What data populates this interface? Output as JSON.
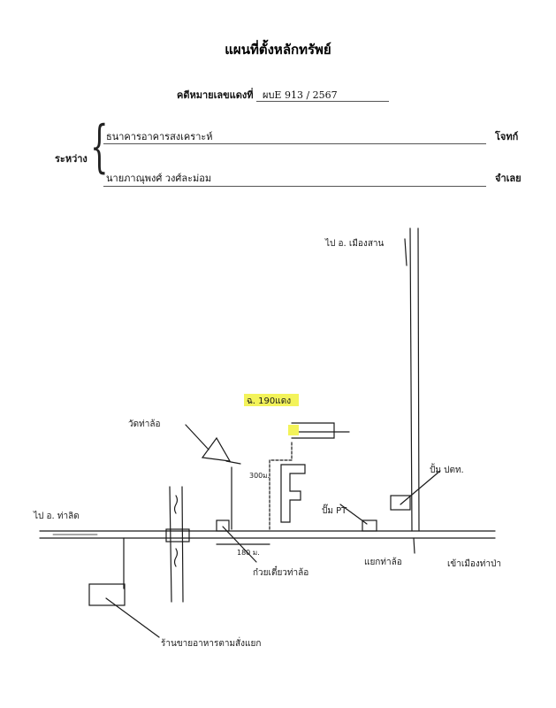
{
  "header": {
    "title": "แผนที่ตั้งหลักทรัพย์",
    "case_label": "คดีหมายเลขแดงที่",
    "case_number": "ผบE 913 / 2567",
    "between_label": "ระหว่าง",
    "plaintiff_name": "ธนาคารอาคารสงเคราะห์",
    "plaintiff_role": "โจทก์",
    "defendant_name": "นายภาณุพงศ์  วงศ์ละม่อม",
    "defendant_role": "จำเลย"
  },
  "map": {
    "label_north_road": "ไป อ. เมืองสาน",
    "label_west_road": "ไป อ. ท่าลิด",
    "label_temple": "วัดท่าล้อ",
    "label_plot": "ฉ. 190แดง",
    "label_distance_300": "300ม.",
    "label_gas_station": "ปั๊ม PT",
    "label_school": "ปั้ม ปตท.",
    "label_distance_180": "180 ม.",
    "label_noodle_shop": "ก๋วยเตี๋ยวท่าล้อ",
    "label_junction": "แยกท่าล้อ",
    "label_east_road": "เข้าเมืองท่าป่า",
    "label_shop_bottom": "ร้านขายอาหารตามสั่งแยก"
  },
  "colors": {
    "highlight": "#f3f35a",
    "ink": "#1a1a1a"
  }
}
